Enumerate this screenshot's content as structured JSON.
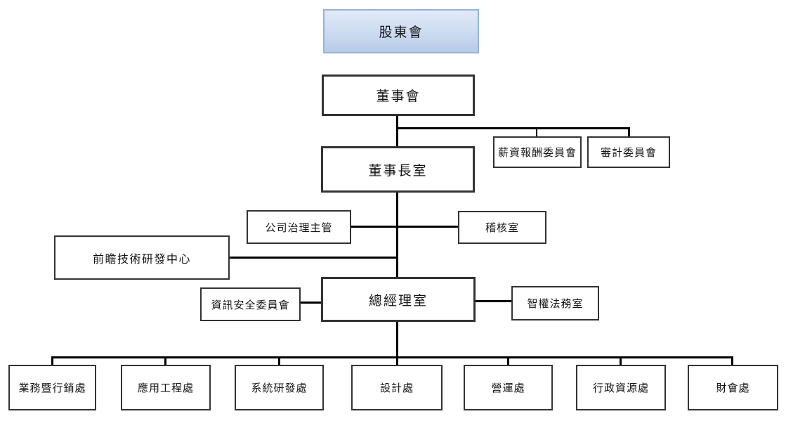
{
  "diagram": {
    "type": "org-chart",
    "nodes": {
      "shareholders": {
        "label": "股東會"
      },
      "board": {
        "label": "董事會"
      },
      "compensation_committee": {
        "label": "薪資報酬委員會"
      },
      "audit_committee": {
        "label": "審計委員會"
      },
      "chairman_office": {
        "label": "董事長室"
      },
      "governance_officer": {
        "label": "公司治理主管"
      },
      "audit_office": {
        "label": "稽核室"
      },
      "advanced_rd_center": {
        "label": "前瞻技術研發中心"
      },
      "infosec_committee": {
        "label": "資訊安全委員會"
      },
      "gm_office": {
        "label": "總經理室"
      },
      "ip_legal_office": {
        "label": "智權法務室"
      },
      "dept_sales_marketing": {
        "label": "業務暨行銷處"
      },
      "dept_application_eng": {
        "label": "應用工程處"
      },
      "dept_system_rd": {
        "label": "系統研發處"
      },
      "dept_design": {
        "label": "設計處"
      },
      "dept_operations": {
        "label": "營運處"
      },
      "dept_admin_resources": {
        "label": "行政資源處"
      },
      "dept_finance_accounting": {
        "label": "財會處"
      }
    },
    "colors": {
      "highlight_fill_top": "#e2eaf8",
      "highlight_fill_bottom": "#b7cbe8",
      "highlight_border": "#95b3d7",
      "box_border": "#333333",
      "connector_line": "#000000",
      "background": "#ffffff"
    }
  }
}
